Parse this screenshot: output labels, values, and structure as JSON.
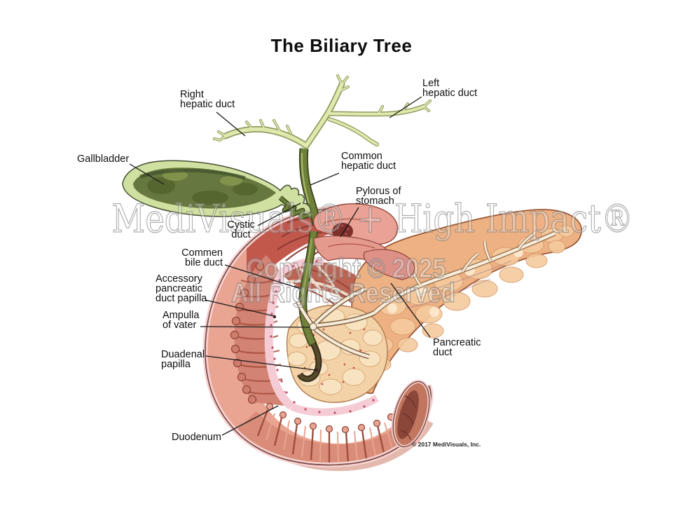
{
  "title": "The Biliary Tree",
  "watermarks": {
    "brand": "MediVisuals® + High Impact®",
    "copyright_line": "Copyright © 2025",
    "rights_line": "All Rights Reserved"
  },
  "footer_credit": "© 2017 MediVisuals, Inc.",
  "labels": {
    "right_hepatic": {
      "line1": "Right",
      "line2": "hepatic duct"
    },
    "left_hepatic": {
      "line1": "Left",
      "line2": "hepatic duct"
    },
    "gallbladder": {
      "line1": "Gallbladder"
    },
    "common_hepatic": {
      "line1": "Common",
      "line2": "hepatic duct"
    },
    "pylorus": {
      "line1": "Pylorus of",
      "line2": "stomach"
    },
    "cystic": {
      "line1": "Cystic",
      "line2": "duct"
    },
    "common_bile": {
      "line1": "Commen",
      "line2": "bile duct"
    },
    "accessory": {
      "line1": "Accessory",
      "line2": "pancreatic",
      "line3": "duct papilla"
    },
    "ampulla": {
      "line1": "Ampulla",
      "line2": "of vater"
    },
    "duodenal_papilla": {
      "line1": "Duadenal",
      "line2": "papilla"
    },
    "pancreatic_duct": {
      "line1": "Pancreatic",
      "line2": "duct"
    },
    "duodenum": {
      "line1": "Duodenum"
    }
  },
  "colors": {
    "gallbladder_interior_green": "#66783f",
    "gallbladder_rim_green": "#cfe0a0",
    "bile_duct_olive": "#70823a",
    "biliary_branch_green": "#e0e8ae",
    "duodenum_pink": "#e9a492",
    "duodenum_interior_red": "#b05948",
    "pancreas_tan": "#edb183",
    "pancreas_lobule_cream": "#f8e3c0",
    "watermark_gray": "#7d7d7d",
    "label_text": "#101010"
  }
}
